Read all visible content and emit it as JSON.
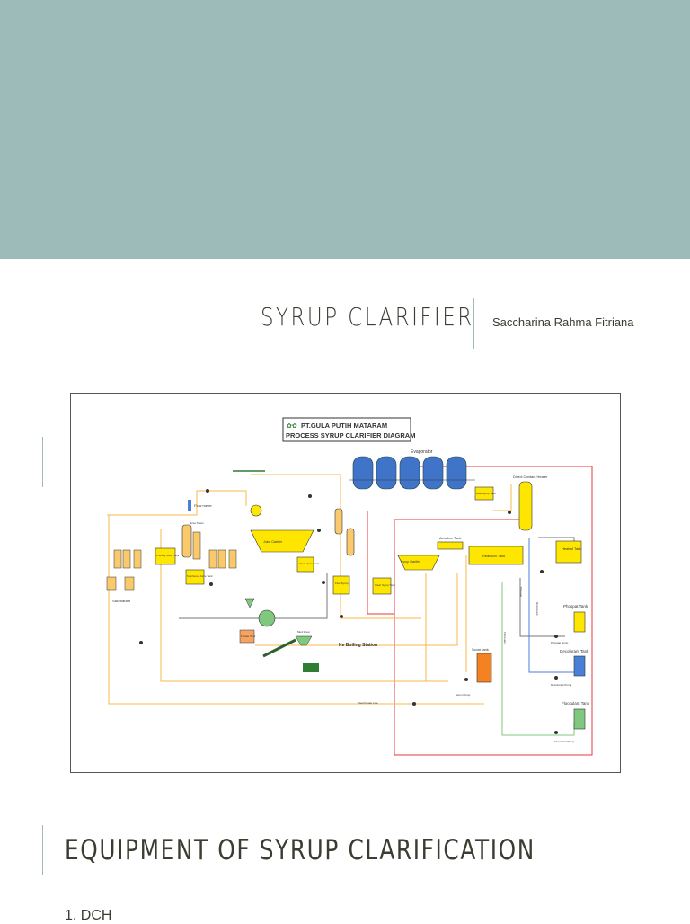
{
  "slide1": {
    "title": "SYRUP CLARIFIER",
    "author": "Saccharina Rahma Fitriana"
  },
  "diagram": {
    "company": "PT.GULA PUTIH MATARAM",
    "title": "PROCESS SYRUP CLARIFIER DIAGRAM",
    "labels": {
      "evaporator": "Evaporator",
      "direct_contact_heater": "Direct Contact Heater",
      "flow_meter": "Flow meter",
      "juice_tower": "Juice Tower",
      "primary_juice_tank": "Primary Juice Tank",
      "sulphured_juice_tank": "Sulphured Juice Tank",
      "juice_clarifier": "Juice Clarifier",
      "clear_juice_tank": "Clear Juice Tank",
      "raw_syrup_tank": "Raw Syrup Tank",
      "aeration_tank": "Aeration Tank",
      "reaction_tank": "Reaction Tank",
      "heated_tank": "Heated Tank",
      "syrup_clarifier": "Syrup Clarifier",
      "clear_syrup_tank": "Clear Syrup Tank",
      "fine_syrup": "Fine Syrup",
      "ke_boiling_station": "Ke Boiling Station",
      "scum_tank": "Scum tank",
      "scum_pump": "Scum Pump",
      "phospat_tank": "Phospat Tank",
      "phospat_pump": "Phospat pump",
      "decolorant_tank": "Decolorant Tank",
      "decolorant_pump": "Decolorant Pump",
      "flocculant_tank": "Flocculant Tank",
      "flocculant_pump": "Flocculant Pump",
      "saccharate_line": "Saccharate Line",
      "saccharate": "Saccharate",
      "mud_mixer": "Mud Mixer",
      "filtrate_tank": "Filtrate Tank",
      "phospat": "Phospat",
      "decolorant": "Decolorant",
      "flocculant": "Flocculant"
    }
  },
  "section2": {
    "heading": "EQUIPMENT OF SYRUP CLARIFICATION",
    "items": [
      "1. DCH"
    ]
  },
  "colors": {
    "banner": "#9dbcb9",
    "text": "#3c3c32",
    "evaporator": "#3f74c9",
    "tank_yellow": "#ffe600",
    "red_line": "#e53a3a",
    "orange_line": "#f7b94a"
  }
}
